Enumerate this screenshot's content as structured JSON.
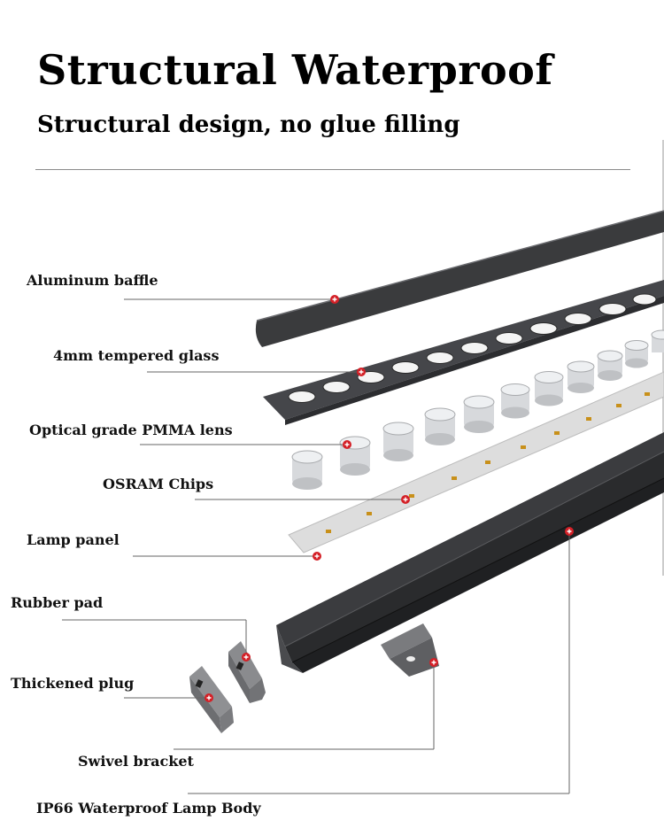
{
  "header": {
    "title": "Structural Waterproof",
    "subtitle": "Structural design, no glue filling"
  },
  "components": [
    {
      "label": "Aluminum baffle"
    },
    {
      "label": "4mm tempered glass"
    },
    {
      "label": "Optical grade PMMA lens"
    },
    {
      "label": "OSRAM Chips"
    },
    {
      "label": "Lamp panel"
    },
    {
      "label": "Rubber pad"
    },
    {
      "label": "Thickened plug"
    },
    {
      "label": "Swivel bracket"
    },
    {
      "label": "IP66 Waterproof Lamp Body"
    }
  ],
  "colors": {
    "baffle": "#3a3b3d",
    "glass": "#45464a",
    "marker": "#d42027",
    "chip": "#c8901a",
    "panel": "#dddddd",
    "body": "#2e2f31"
  }
}
